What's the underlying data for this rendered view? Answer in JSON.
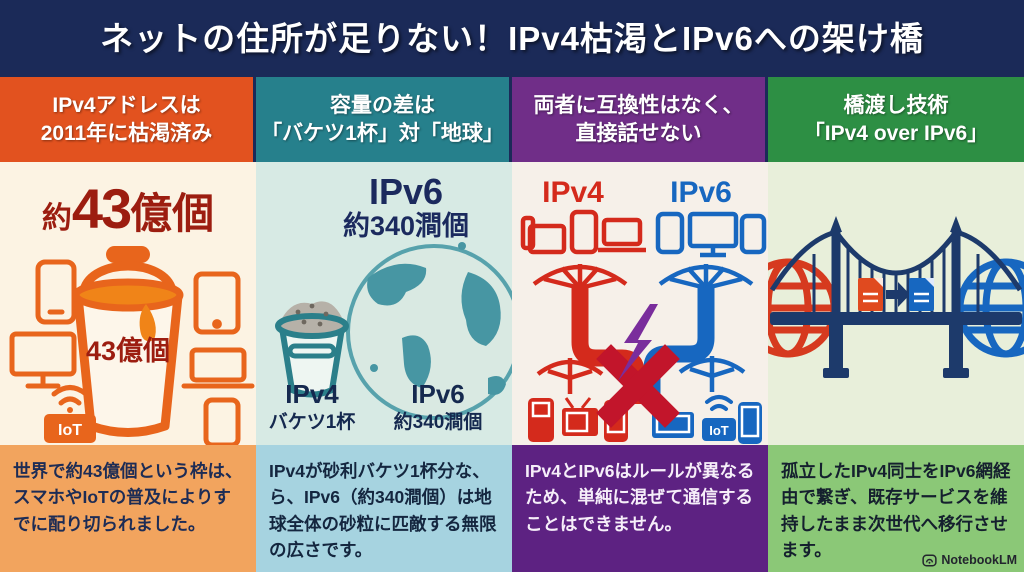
{
  "title": "ネットの住所が足りない！IPv4枯渇とIPv6への架け橋",
  "watermark": {
    "label": "NotebookLM"
  },
  "colors": {
    "title_bg": "#1b2a58",
    "col1_accent": "#e2521f",
    "col2_accent": "#26808c",
    "col3_accent": "#702e88",
    "col4_accent": "#2d8f44",
    "col1_footer_bg": "#f2a45e",
    "col2_footer_bg": "#a6d3e0",
    "col3_footer_bg": "#5d2282",
    "col4_footer_bg": "#8bc877",
    "ipv4_red": "#d42a1c",
    "ipv6_blue": "#1767c0"
  },
  "columns": [
    {
      "header_line1": "IPv4アドレスは",
      "header_line2": "2011年に枯渇済み",
      "headline_prefix": "約",
      "headline_number": "43",
      "headline_suffix": "億個",
      "bucket_text": "43億個",
      "iot_label": "IoT",
      "body": "世界で約43億個という枠は、スマホやIoTの普及によりすでに配り切られました。"
    },
    {
      "header_line1": "容量の差は",
      "header_line2": "「バケツ1杯」対「地球」",
      "headline_title": "IPv6",
      "headline_sub": "約340澗個",
      "bucket_caption_title": "IPv4",
      "bucket_caption_sub": "バケツ1杯",
      "globe_caption_title": "IPv6",
      "globe_caption_sub": "約340澗個",
      "body": "IPv4が砂利バケツ1杯分な、ら、IPv6（約340澗個）は地球全体の砂粒に匹敵する無限の広さです。"
    },
    {
      "header_line1": "両者に互換性はなく、",
      "header_line2": "直接話せない",
      "ipv4_label": "IPv4",
      "ipv6_label": "IPv6",
      "iot_label": "IoT",
      "body": "IPv4とIPv6はルールが異なるため、単純に混ぜて通信することはできません。"
    },
    {
      "header_line1": "橋渡し技術",
      "header_line2": "「IPv4 over IPv6」",
      "body": "孤立したIPv4同士をIPv6網経由で繋ぎ、既存サービスを維持したまま次世代へ移行させます。"
    }
  ]
}
